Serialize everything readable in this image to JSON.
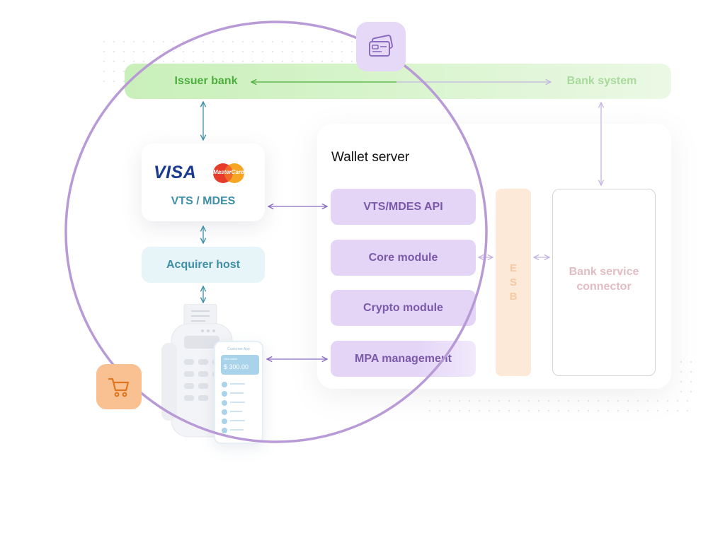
{
  "top_band": {
    "issuer_label": "Issuer bank",
    "bank_system_label": "Bank system"
  },
  "card_networks": {
    "visa_logo": "VISA",
    "mastercard_logo": "MasterCard",
    "label": "VTS / MDES"
  },
  "acquirer": {
    "label": "Acquirer host"
  },
  "wallet_server": {
    "title": "Wallet server",
    "modules": [
      {
        "label": "VTS/MDES API"
      },
      {
        "label": "Core module"
      },
      {
        "label": "Crypto module"
      },
      {
        "label": "MPA management"
      }
    ]
  },
  "esb": {
    "letters": [
      "E",
      "S",
      "B"
    ]
  },
  "bank_connector": {
    "label": "Bank service connector"
  },
  "phone": {
    "app_title": "Customer App",
    "wallet_label": "Visa wallet",
    "balance": "$ 300.00"
  },
  "icons": {
    "cards": "credit-cards-icon",
    "cart": "shopping-cart-icon"
  },
  "colors": {
    "green_band": "#dff5d6",
    "green_text": "#4cae3c",
    "blue_text": "#3f8fa6",
    "purple_circle": "#b89ad6",
    "purple_module": "#e2d3f5",
    "purple_text": "#7a5aa8",
    "esb_fill": "#fde9d8",
    "orange": "#f5a261",
    "visa_blue": "#1a3a8f",
    "mastercard_red": "#e63a2a"
  }
}
